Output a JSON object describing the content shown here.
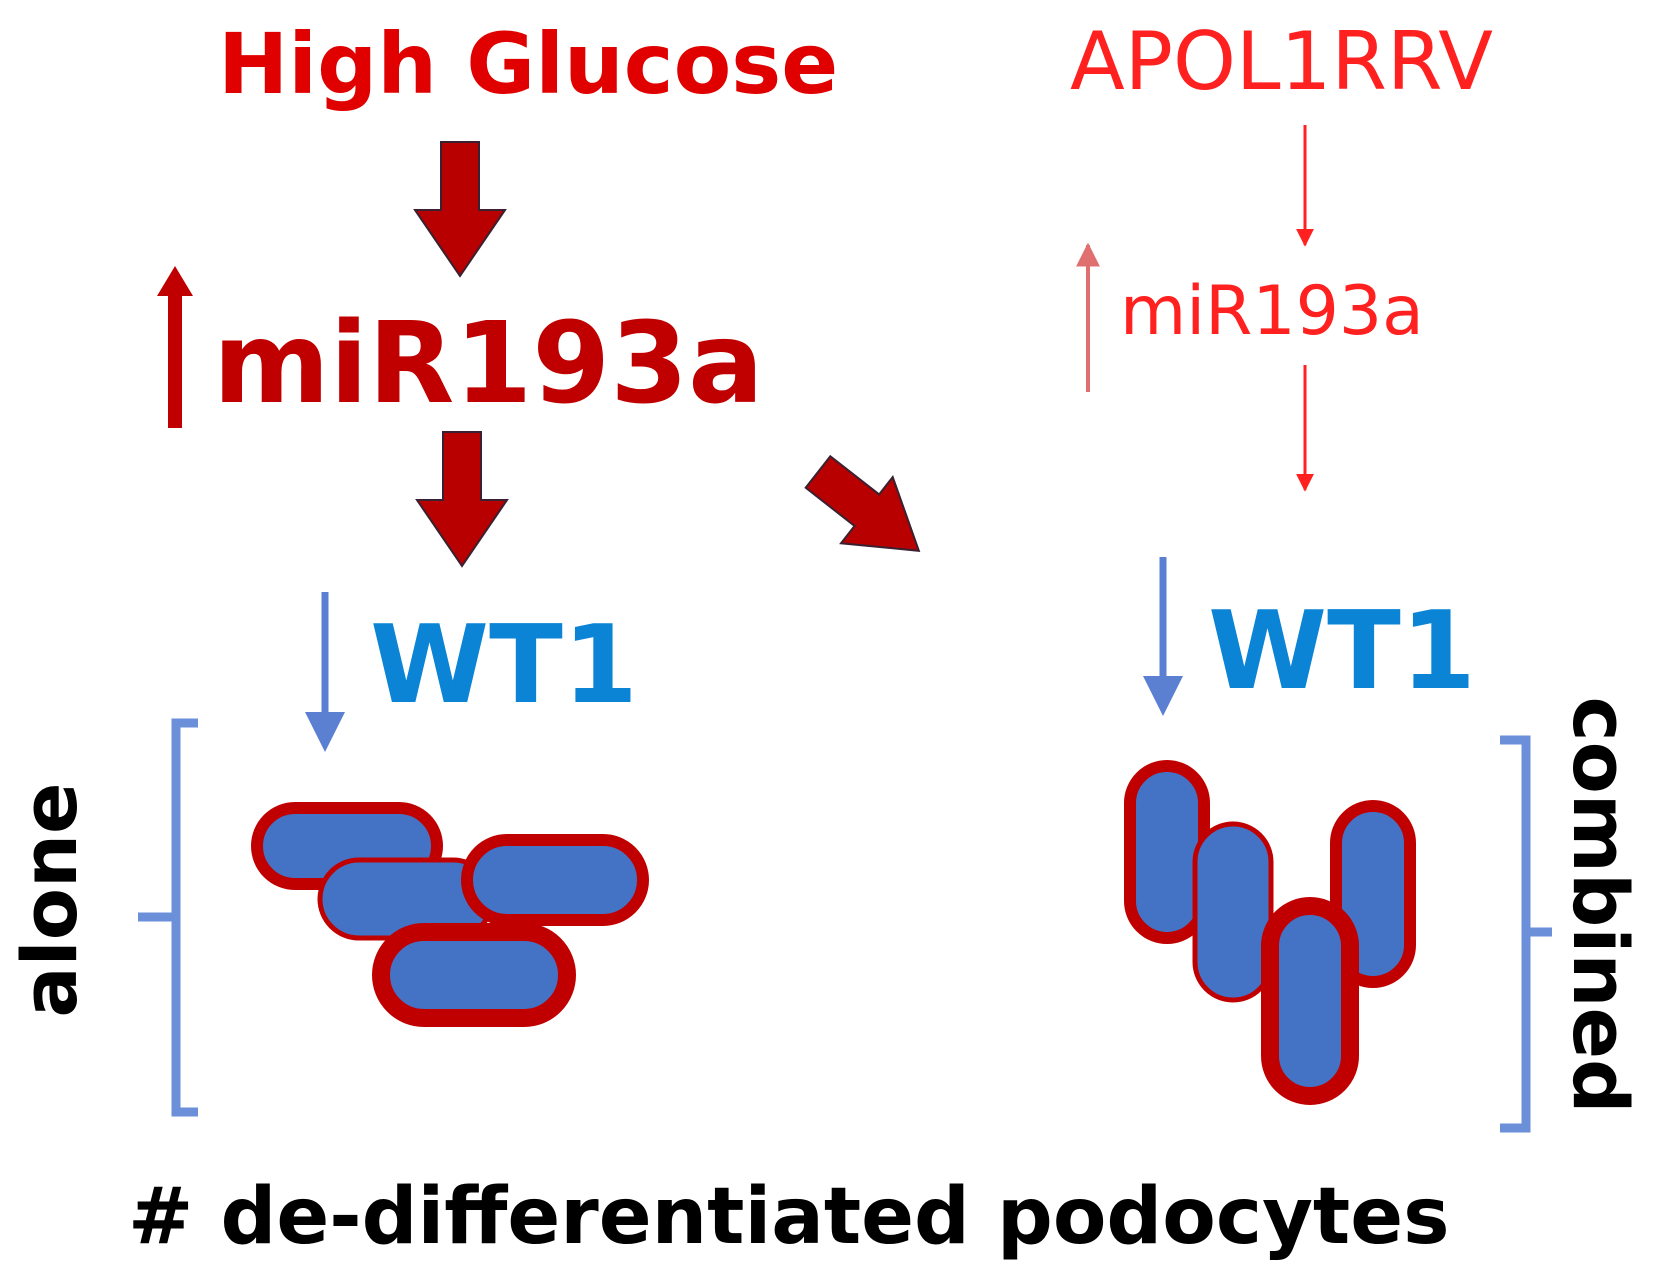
{
  "labels": {
    "high_glucose": "High Glucose",
    "apol1": "APOL1RRV",
    "mir_left": "miR193a",
    "mir_right": "miR193a",
    "wt1_left": "WT1",
    "wt1_right": "WT1",
    "alone": "alone",
    "combined": "combined",
    "footer": "# de-differentiated podocytes"
  },
  "colors": {
    "strong_red": "#e00000",
    "dark_red": "#c00000",
    "arrow_fill": "#b80000",
    "arrow_outline": "#3a2030",
    "light_red": "#ff2020",
    "faint_red": "#e07070",
    "blue_text": "#0b84d6",
    "blue_arrow": "#5b7fd1",
    "bracket_blue": "#6b8fd8",
    "cell_fill": "#4472c4",
    "cell_border": "#c00000",
    "text_black": "#000000"
  },
  "icons": [
    "up-arrow",
    "down-arrow",
    "diagonal-arrow",
    "bracket",
    "podocyte-cell"
  ]
}
